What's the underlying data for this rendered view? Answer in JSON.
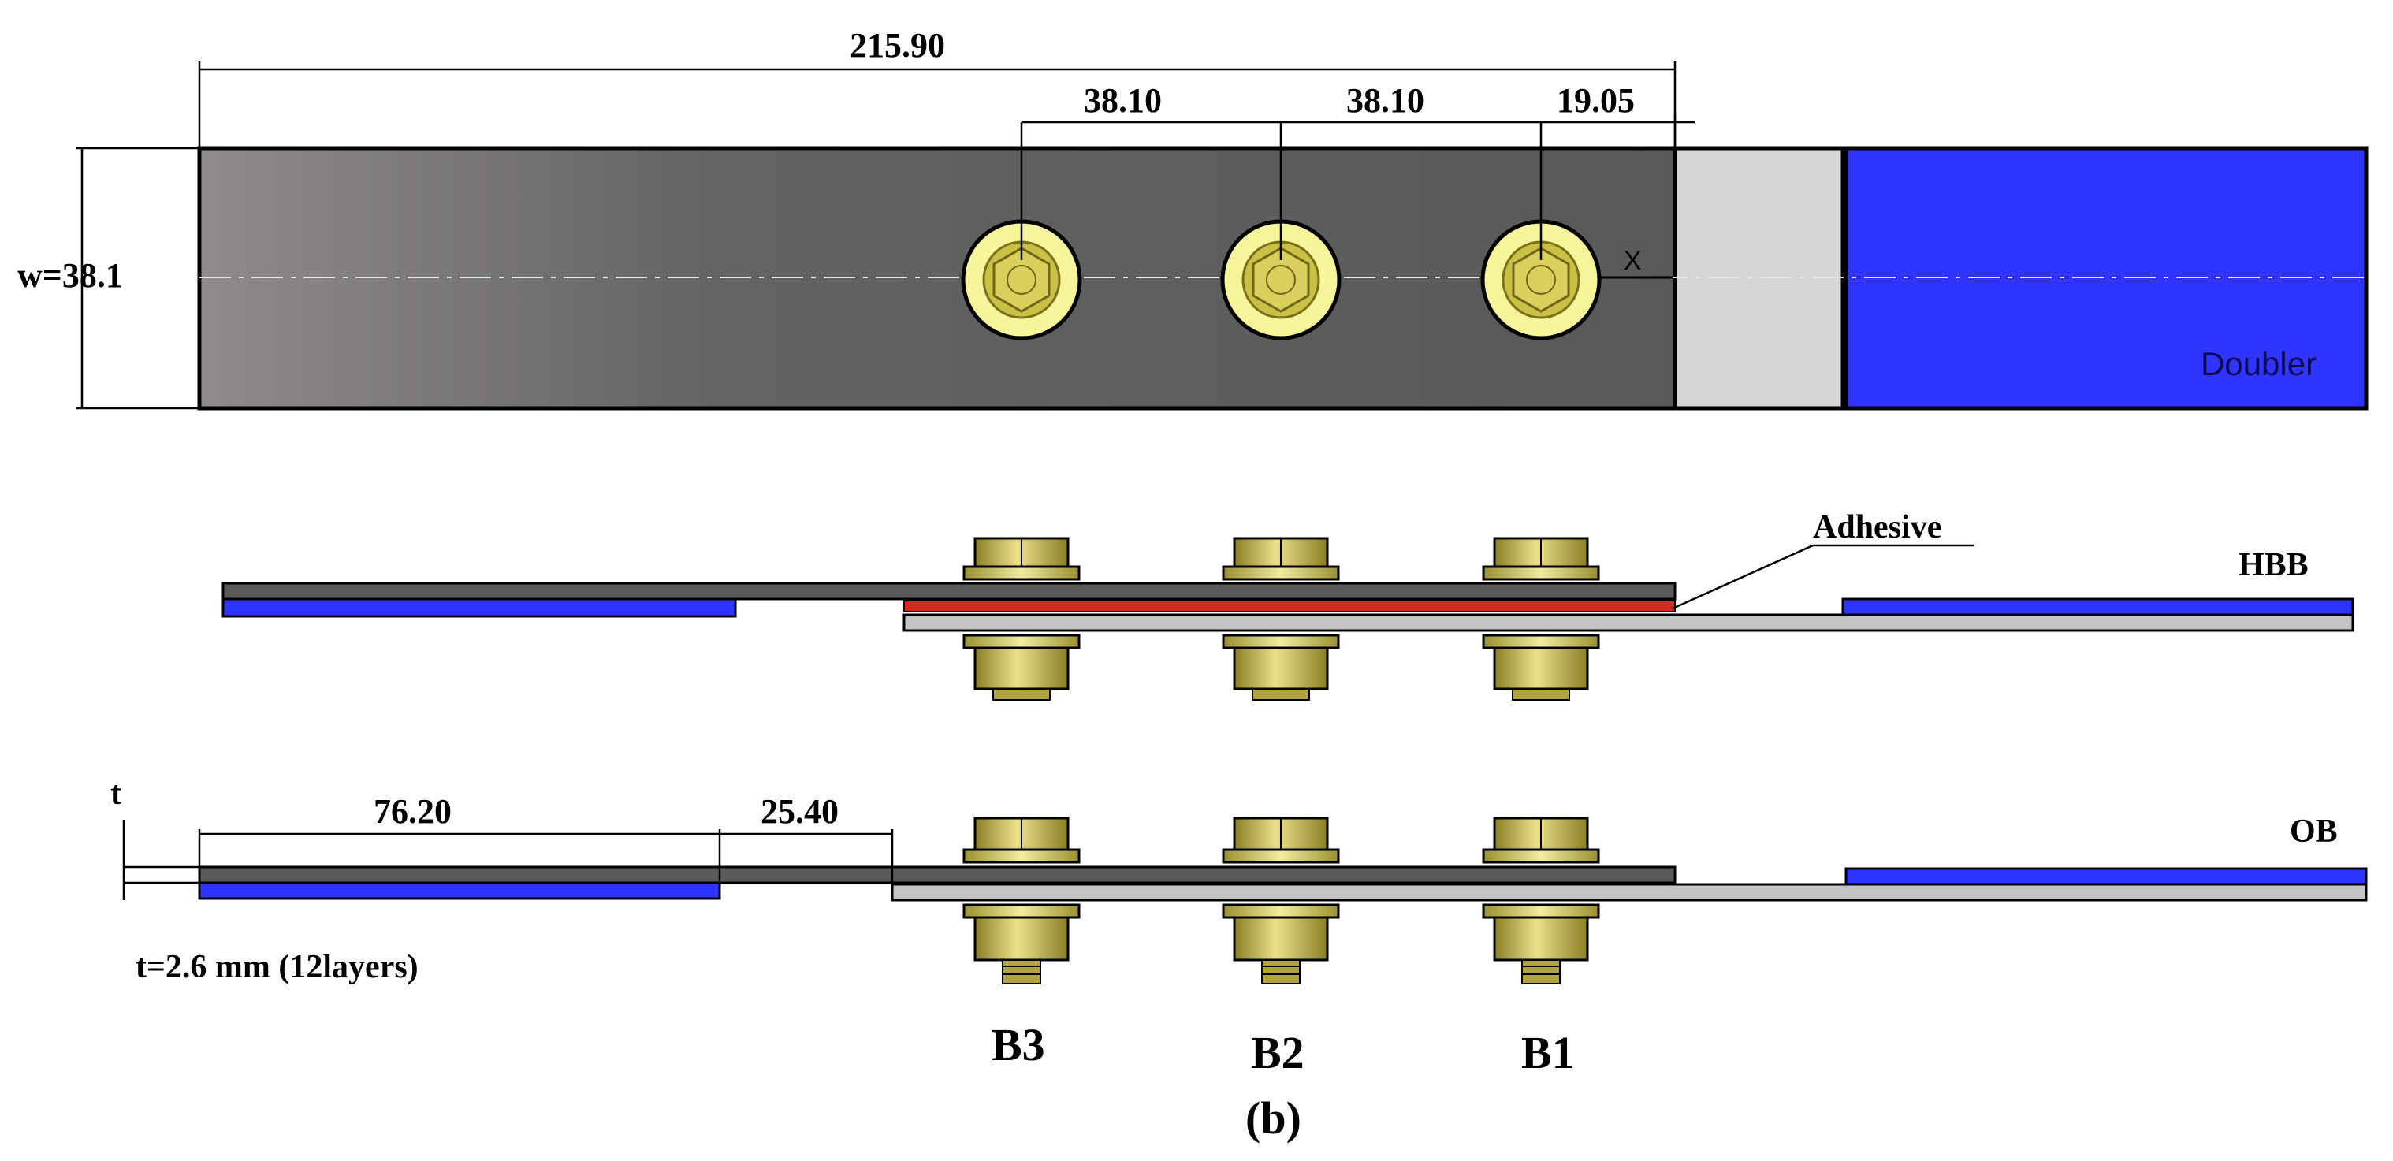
{
  "top_view": {
    "dim_overall": "215.90",
    "dim_pitch_1": "38.10",
    "dim_pitch_2": "38.10",
    "dim_edge": "19.05",
    "width_label": "w=38.1",
    "axis_label": "X",
    "doubler_label": "Doubler"
  },
  "hbb_view": {
    "adhesive_label": "Adhesive",
    "config_label": "HBB"
  },
  "ob_view": {
    "config_label": "OB",
    "dim_doubler": "76.20",
    "dim_gap": "25.40",
    "thickness_symbol": "t",
    "thickness_note": "t=2.6 mm (12layers)"
  },
  "bolts": {
    "b3": "B3",
    "b2": "B2",
    "b1": "B1"
  },
  "caption": "(b)",
  "colors": {
    "laminate_dark": "#5a5a5a",
    "laminate_light": "#8e8a8c",
    "spacer_gray": "#d6d6d6",
    "doubler_blue": "#2f35ff",
    "adhesive_red": "#e0241f",
    "washer_yellow": "#f7f59a",
    "bolt_olive": "#c2b64a"
  }
}
